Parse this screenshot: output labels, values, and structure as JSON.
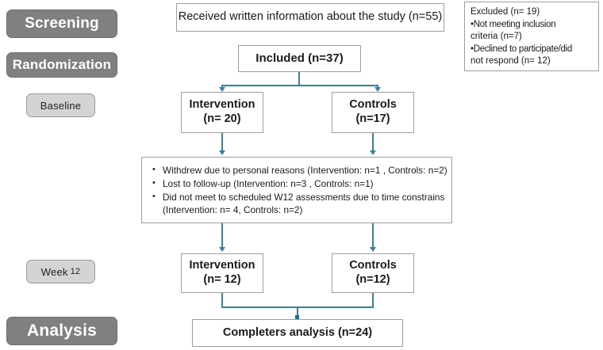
{
  "diagram": {
    "title": "CONSORT participant flow diagram",
    "accent_color": "#3d7f9e",
    "stage_dark_color": "#808080",
    "stage_light_color": "#d4d4d4"
  },
  "stages": [
    {
      "id": "screening",
      "label": "Screening"
    },
    {
      "id": "randomization",
      "label": "Randomization"
    },
    {
      "id": "baseline",
      "label": "Baseline"
    },
    {
      "id": "week12",
      "label": "Week",
      "sub": "12"
    },
    {
      "id": "analysis",
      "label": "Analysis"
    }
  ],
  "nodes": {
    "received": {
      "text": "Received written information about the study (n=55)"
    },
    "included": {
      "text": "Included (n=37)"
    },
    "intervention_baseline": {
      "line1": "Intervention",
      "line2": "(n= 20)"
    },
    "controls_baseline": {
      "line1": "Controls",
      "line2": "(n=17)"
    },
    "intervention_week12": {
      "line1": "Intervention",
      "line2": "(n= 12)"
    },
    "controls_week12": {
      "line1": "Controls",
      "line2": "(n=12)"
    },
    "completers": {
      "text": "Completers analysis (n=24)"
    }
  },
  "excluded": {
    "heading": "Excluded (n= 19)",
    "reason1": "•Not meeting inclusion",
    "reason1_cont": "criteria (n=7)",
    "reason2": "•Declined to participate/did",
    "reason2_cont": "not respond (n= 12)"
  },
  "attrition": {
    "item1": "Withdrew due to personal reasons (Intervention: n=1 , Controls: n=2)",
    "item2": "Lost to follow-up (Intervention: n=3 , Controls: n=1)",
    "item3": "Did not meet to scheduled W12 assessments due to time constrains",
    "item3_cont": "(Intervention: n= 4, Controls: n=2)"
  },
  "counts": {
    "screened": 55,
    "included": 37,
    "excluded_total": 19,
    "excluded_not_meeting_criteria": 7,
    "excluded_declined": 12,
    "intervention_baseline": 20,
    "controls_baseline": 17,
    "intervention_week12": 12,
    "controls_week12": 12,
    "completers": 24
  }
}
